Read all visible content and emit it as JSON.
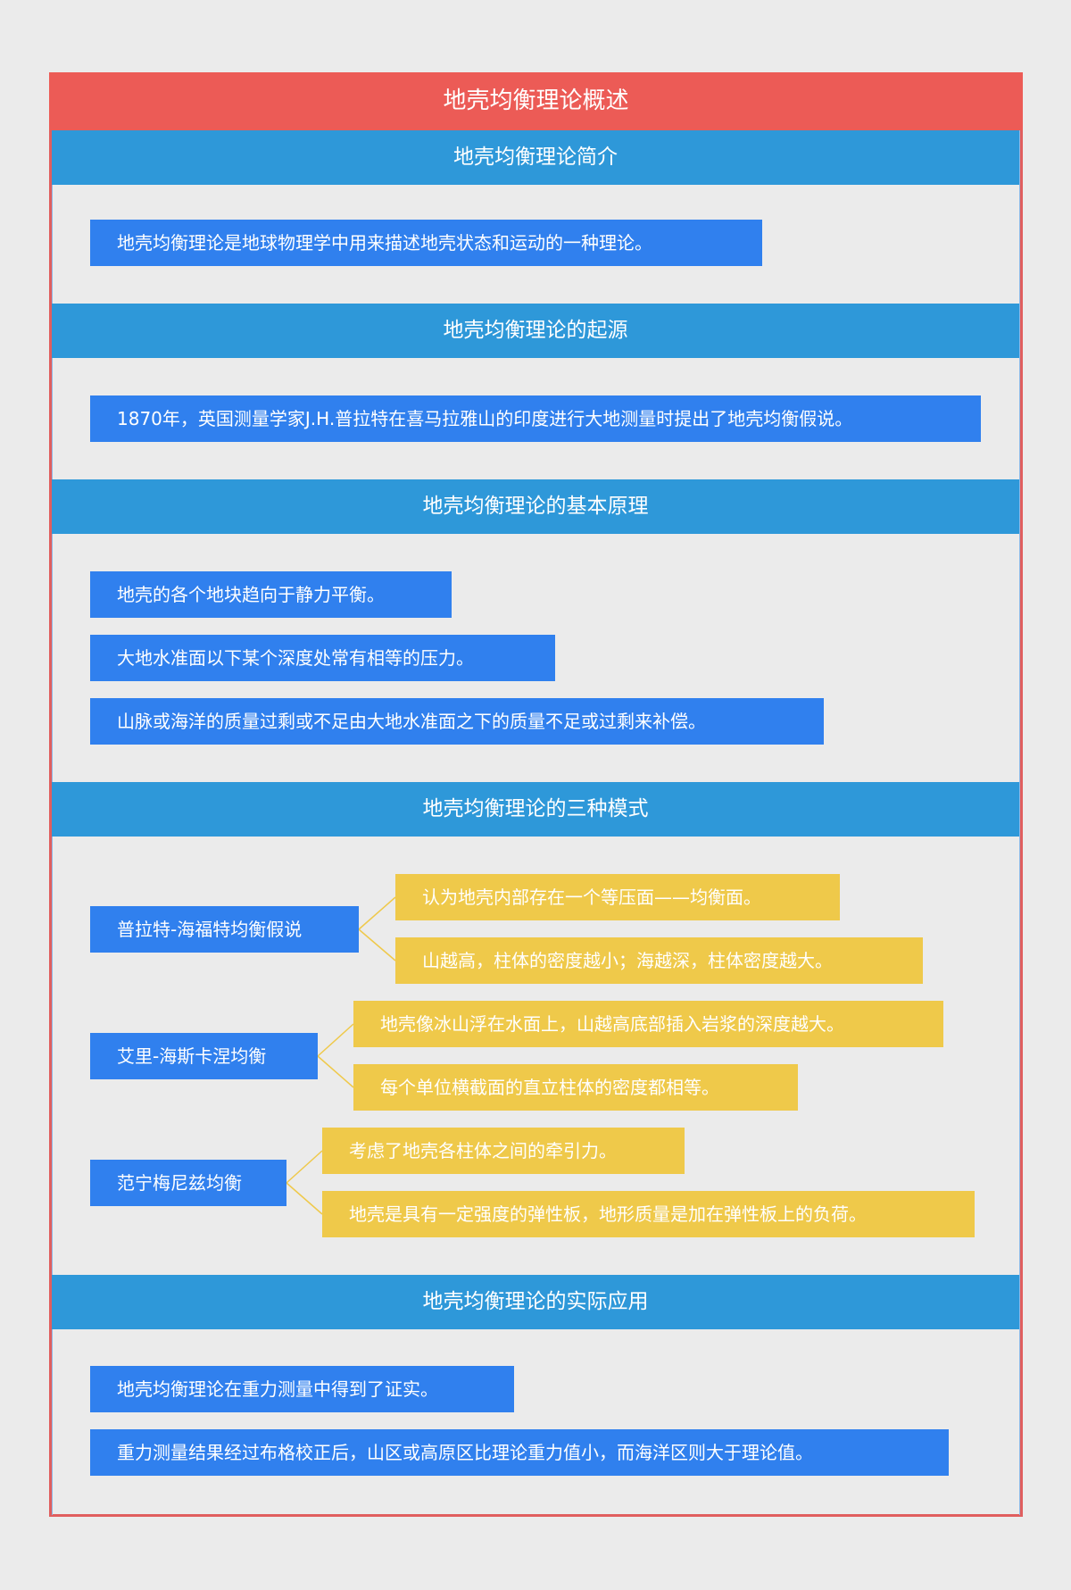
{
  "title": "地壳均衡理论概述",
  "colors": {
    "title_bg": "#ec5b56",
    "section_bg": "#2e98d9",
    "item_bg": "#3080ee",
    "sub_item_bg": "#efc94a",
    "border": "#e05e5e",
    "page_bg": "#ebebeb"
  },
  "sections": [
    {
      "header": "地壳均衡理论简介",
      "items": [
        "地壳均衡理论是地球物理学中用来描述地壳状态和运动的一种理论。"
      ]
    },
    {
      "header": "地壳均衡理论的起源",
      "items": [
        "1870年，英国测量学家J.H.普拉特在喜马拉雅山的印度进行大地测量时提出了地壳均衡假说。"
      ]
    },
    {
      "header": "地壳均衡理论的基本原理",
      "items": [
        "地壳的各个地块趋向于静力平衡。",
        "大地水准面以下某个深度处常有相等的压力。",
        "山脉或海洋的质量过剩或不足由大地水准面之下的质量不足或过剩来补偿。"
      ]
    },
    {
      "header": "地壳均衡理论的三种模式",
      "models": [
        {
          "name": "普拉特-海福特均衡假说",
          "details": [
            "认为地壳内部存在一个等压面——均衡面。",
            "山越高，柱体的密度越小；海越深，柱体密度越大。"
          ]
        },
        {
          "name": "艾里-海斯卡涅均衡",
          "details": [
            "地壳像冰山浮在水面上，山越高底部插入岩浆的深度越大。",
            "每个单位横截面的直立柱体的密度都相等。"
          ]
        },
        {
          "name": "范宁梅尼兹均衡",
          "details": [
            "考虑了地壳各柱体之间的牵引力。",
            "地壳是具有一定强度的弹性板，地形质量是加在弹性板上的负荷。"
          ]
        }
      ]
    },
    {
      "header": "地壳均衡理论的实际应用",
      "items": [
        "地壳均衡理论在重力测量中得到了证实。",
        "重力测量结果经过布格校正后，山区或高原区比理论重力值小，而海洋区则大于理论值。"
      ]
    }
  ]
}
